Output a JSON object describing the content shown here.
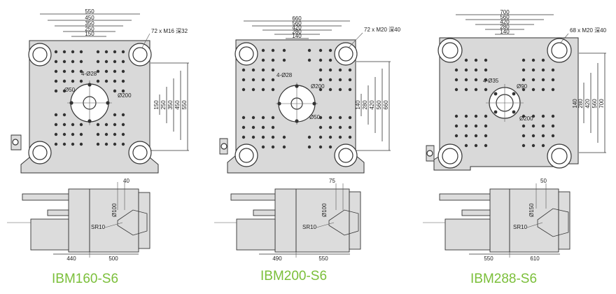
{
  "models": [
    {
      "name": "IBM160-S6",
      "horizontal_dims": [
        "550",
        "450",
        "350",
        "250",
        "150"
      ],
      "vertical_dims": [
        "150",
        "250",
        "350",
        "450",
        "550"
      ],
      "holes_note": "72 x M16 深32",
      "platen_holes": "4-Ø28",
      "center_inner": "Ø50",
      "center_outer": "Ø200",
      "nozzle_depth": "40",
      "nozzle_dia": "Ø100",
      "sphere_radius": "SR10",
      "bottom_dims": [
        "440",
        "500"
      ]
    },
    {
      "name": "IBM200-S6",
      "horizontal_dims": [
        "660",
        "560",
        "420",
        "280",
        "140"
      ],
      "vertical_dims": [
        "140",
        "280",
        "420",
        "560",
        "660"
      ],
      "holes_note": "72 x M20 深40",
      "platen_holes": "4-Ø28",
      "center_inner": "Ø50",
      "center_outer": "Ø200",
      "nozzle_depth": "75",
      "nozzle_dia": "Ø100",
      "sphere_radius": "SR10",
      "bottom_dims": [
        "490",
        "550"
      ]
    },
    {
      "name": "IBM288-S6",
      "horizontal_dims": [
        "700",
        "560",
        "420",
        "280",
        "140"
      ],
      "vertical_dims": [
        "140",
        "280",
        "420",
        "560",
        "700"
      ],
      "holes_note": "68 x M20 深40",
      "platen_holes": "4-Ø35",
      "center_inner": "Ø90",
      "center_outer": "Ø200",
      "nozzle_depth": "50",
      "nozzle_dia": "Ø150",
      "sphere_radius": "SR10",
      "bottom_dims": [
        "550",
        "610"
      ]
    }
  ],
  "colors": {
    "label": "#7bbf3a",
    "line": "#333333",
    "plate": "#d9d9d9"
  }
}
